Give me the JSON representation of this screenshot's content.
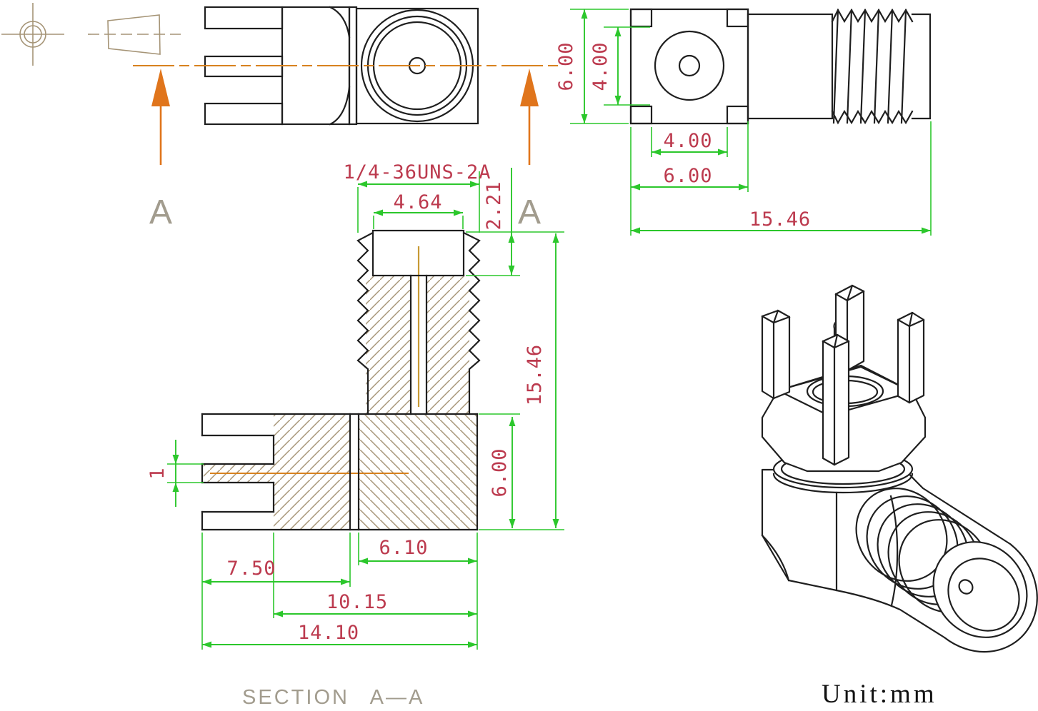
{
  "colors": {
    "line": "#1f1f1f",
    "dim_line": "#2cc72c",
    "dim_text": "#bc3a4e",
    "centerline": "#d8821e",
    "arrow_orange": "#e0751c",
    "label_gray": "#a29c8e",
    "hatch": "#a59476",
    "conductor": "#c79a35",
    "background": "#ffffff"
  },
  "section_markers": {
    "left": "A",
    "right": "A"
  },
  "caption": {
    "prefix": "SECTION",
    "cut_line": "A—A"
  },
  "units": {
    "label": "Unit:mm"
  },
  "front_view_dims": {
    "flange_height": "6.00",
    "pad_spacing": "4.00",
    "pad_span": "4.00",
    "flange_width": "6.00",
    "overall_length": "15.46"
  },
  "section_dims": {
    "thread_spec": "1/4-36UNS-2A",
    "insulator_width": "4.64",
    "insulator_height": "2.21",
    "overall_height": "15.46",
    "body_height": "6.00",
    "leg_thickness": "1",
    "port_offset": "6.10",
    "leg_length": "7.50",
    "body_span": "10.15",
    "overall_width": "14.10"
  }
}
